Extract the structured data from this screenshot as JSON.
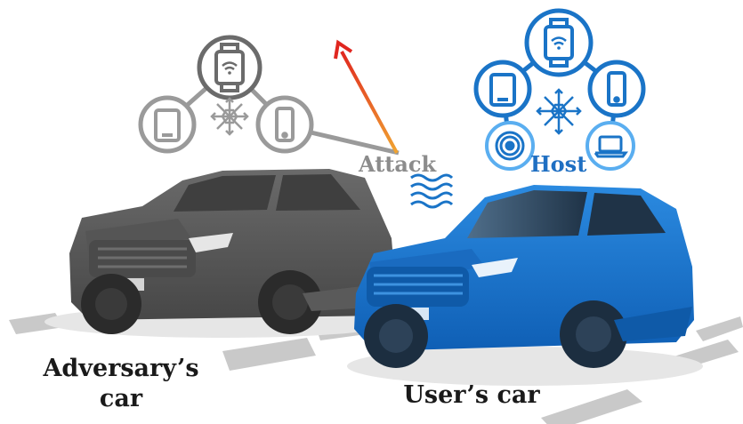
{
  "labels": {
    "attack": "Attack",
    "host": "Host",
    "adversary_car_line1": "Adversary’s",
    "adversary_car_line2": "car",
    "user_car": "User’s car"
  },
  "colors": {
    "adversary_gray": "#5c5c5c",
    "adversary_network": "#9a9a9a",
    "user_blue": "#1877d2",
    "user_network": "#1a74c7",
    "attack_arrow_start": "#f2b233",
    "attack_arrow_end": "#e0261f"
  },
  "icons": {
    "adversary_network": [
      "smartwatch-icon",
      "tablet-icon",
      "smartphone-icon",
      "bluetooth-hub-icon"
    ],
    "user_network": [
      "smartwatch-icon",
      "tablet-icon",
      "smartphone-icon",
      "bluetooth-hub-icon",
      "wireless-earbud-icon",
      "laptop-icon"
    ],
    "signal": "wireless-signal-icon"
  }
}
